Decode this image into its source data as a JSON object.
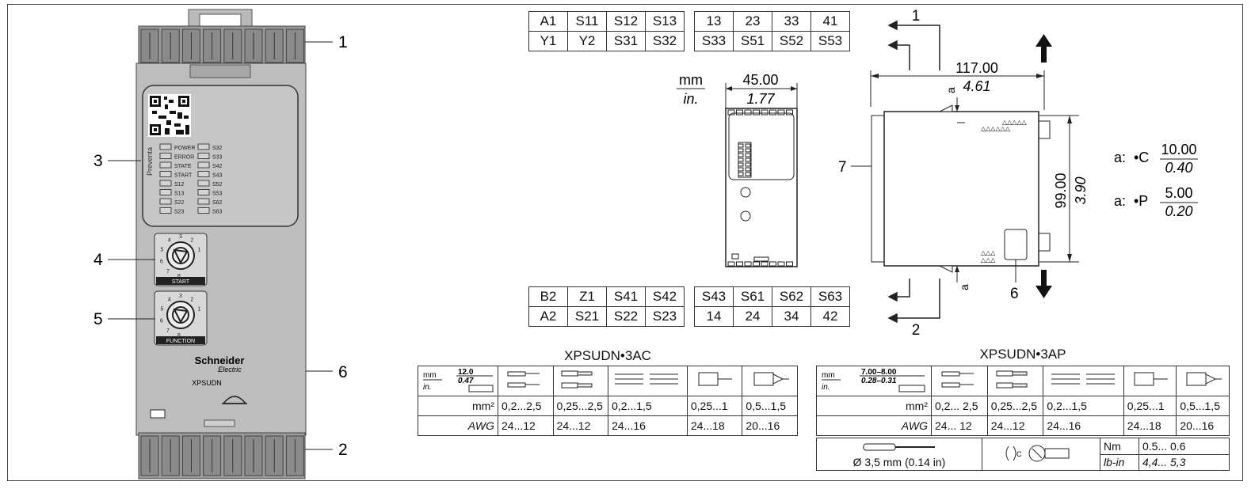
{
  "device": {
    "brand": "Schneider",
    "brand_sub": "Electric",
    "model": "XPSUDN",
    "side_text": "Preventa",
    "leds_left": [
      "POWER",
      "ERROR",
      "STATE",
      "START",
      "S12",
      "S13",
      "S22",
      "S23"
    ],
    "leds_right": [
      "S32",
      "S33",
      "S42",
      "S43",
      "S52",
      "S53",
      "S62",
      "S63"
    ],
    "dial_start_label": "START",
    "dial_function_label": "FUNCTION",
    "dial_numbers": [
      "1",
      "2",
      "3",
      "4",
      "5",
      "6",
      "7",
      "8"
    ],
    "callouts": [
      "1",
      "2",
      "3",
      "4",
      "5",
      "6"
    ]
  },
  "terminals_top": [
    [
      "A1",
      "S11",
      "S12",
      "S13"
    ],
    [
      "Y1",
      "Y2",
      "S31",
      "S32"
    ],
    [
      "13",
      "23",
      "33",
      "41"
    ],
    [
      "S33",
      "S51",
      "S52",
      "S53"
    ]
  ],
  "terminals_bottom": [
    [
      "B2",
      "Z1",
      "S41",
      "S42"
    ],
    [
      "A2",
      "S21",
      "S22",
      "S23"
    ],
    [
      "S43",
      "S61",
      "S62",
      "S63"
    ],
    [
      "14",
      "24",
      "34",
      "42"
    ]
  ],
  "dimensions": {
    "unit_mm": "mm",
    "unit_in": "in.",
    "width_mm": "45.00",
    "width_in": "1.77",
    "depth_mm": "117.00",
    "depth_in": "4.61",
    "height_mm": "99.00",
    "height_in": "3.90",
    "a_label": "a",
    "a_prefix": "a:",
    "clearance": [
      {
        "symbol": "•C",
        "mm": "10.00",
        "in": "0.40"
      },
      {
        "symbol": "•P",
        "mm": "5.00",
        "in": "0.20"
      }
    ],
    "callouts": [
      "1",
      "2",
      "6",
      "7"
    ]
  },
  "wiring_3ac": {
    "title": "XPSUDN•3AC",
    "strip_mm": "12.0",
    "strip_in": "0.47",
    "mm_label": "mm",
    "in_label": "in.",
    "row_mm2_label": "mm²",
    "row_awg_label": "AWG",
    "mm2": [
      "0,2...2,5",
      "0,25...2,5",
      "0,2...1,5",
      "0,25...1",
      "0,5...1,5"
    ],
    "awg": [
      "24...12",
      "24...12",
      "24...16",
      "24...18",
      "20...16"
    ]
  },
  "wiring_3ap": {
    "title": "XPSUDN•3AP",
    "strip_mm": "7.00–8.00",
    "strip_in": "0.28–0.31",
    "mm_label": "mm",
    "in_label": "in.",
    "row_mm2_label": "mm²",
    "row_awg_label": "AWG",
    "mm2": [
      "0,2... 2,5",
      "0,25...2,5",
      "0,2...1,5",
      "0,25...1",
      "0,5...1,5"
    ],
    "awg": [
      "24... 12",
      "24...12",
      "24...16",
      "24...18",
      "20...16"
    ],
    "screwdriver": "Ø 3,5 mm (0.14 in)",
    "torque_unit_nm": "Nm",
    "torque_nm": "0.5... 0.6",
    "torque_unit_lbin": "lb-in",
    "torque_lbin": "4,4... 5,3"
  }
}
